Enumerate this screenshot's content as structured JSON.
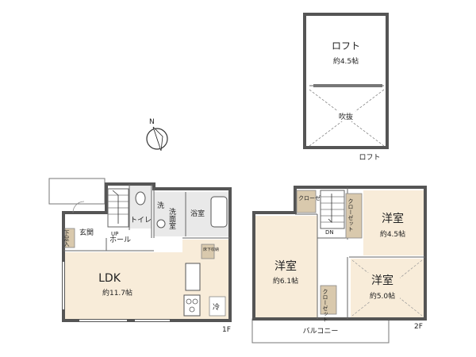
{
  "floors": {
    "loft": {
      "floor_label": "ロフト",
      "room": "ロフト",
      "room_size": "約4.5帖",
      "void": "吹抜"
    },
    "f1": {
      "floor_label": "1F",
      "ldk": "LDK",
      "ldk_size": "約11.7帖",
      "entrance": "玄関",
      "hall": "ホール",
      "up": "UP",
      "toilet": "トイレ",
      "wash": "洗",
      "washroom": "洗面室",
      "bath": "浴室",
      "shoe": "下足入",
      "underfloor": "床下収納",
      "fridge": "冷"
    },
    "f2": {
      "floor_label": "2F",
      "room_a": "洋室",
      "room_a_size": "約6.1帖",
      "room_b": "洋室",
      "room_b_size": "約4.5帖",
      "room_c": "洋室",
      "room_c_size": "約5.0帖",
      "closet": "クローゼット",
      "closet_b": "クローゼット",
      "closet_c": "クローゼット",
      "dn": "DN",
      "balcony": "バルコニー"
    }
  },
  "compass": {
    "north": "N"
  },
  "colors": {
    "room_fill": "#f8ecd9",
    "wall": "#555555",
    "storage_fill": "#d9c9ad",
    "wet_fill": "#e9e9e9"
  }
}
